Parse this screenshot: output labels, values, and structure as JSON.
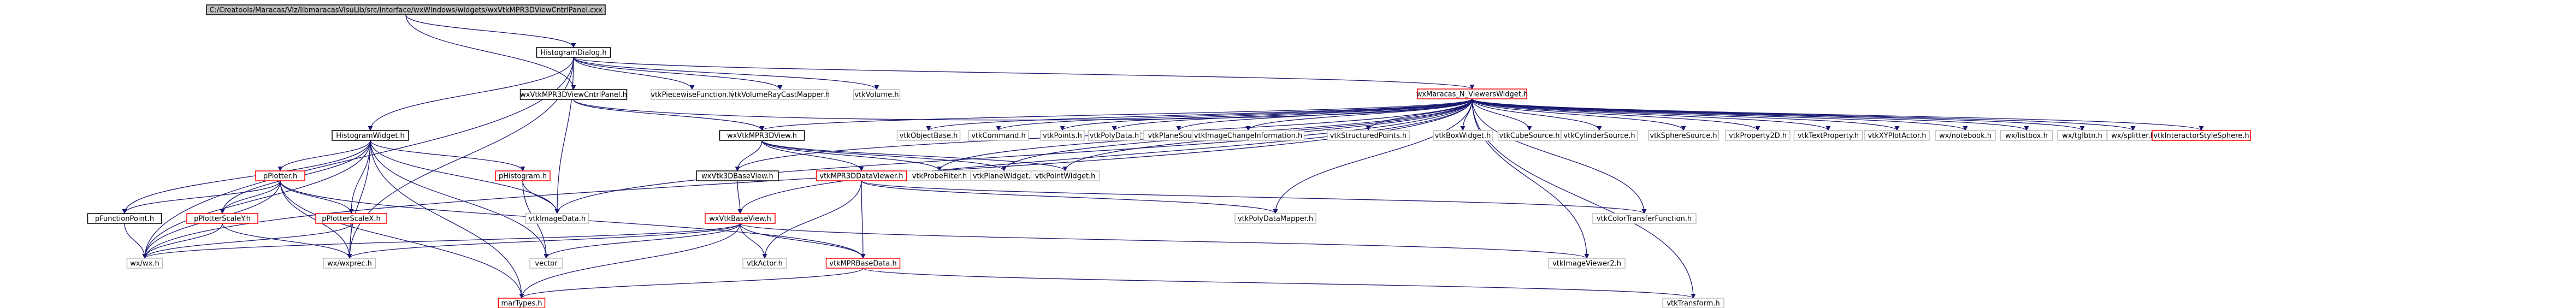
{
  "nodes": [
    {
      "id": "root",
      "label": "C:/Creatools/Maracas/Viz/libmaracasVisuLib/src/interface/wxWindows/widgets/wxVtkMPR3DViewCntrlPanel.cxx",
      "style": "root"
    },
    {
      "id": "hd",
      "label": "HistogramDialog.h",
      "style": "black"
    },
    {
      "id": "wxmpr3dcp",
      "label": "wxVtkMPR3DViewCntrlPanel.h",
      "style": "black"
    },
    {
      "id": "vtkpiece",
      "label": "vtkPiecewiseFunction.h",
      "style": "box"
    },
    {
      "id": "vtkvrm",
      "label": "vtkVolumeRayCastMapper.h",
      "style": "box"
    },
    {
      "id": "vtkvol",
      "label": "vtkVolume.h",
      "style": "box"
    },
    {
      "id": "wxmaracas",
      "label": "wxMaracas_N_ViewersWidget.h",
      "style": "red"
    },
    {
      "id": "hw",
      "label": "HistogramWidget.h",
      "style": "black"
    },
    {
      "id": "wxvtkmpr3dv",
      "label": "wxVtkMPR3DView.h",
      "style": "black"
    },
    {
      "id": "vtkobj",
      "label": "vtkObjectBase.h",
      "style": "box"
    },
    {
      "id": "vtkcmd",
      "label": "vtkCommand.h",
      "style": "box"
    },
    {
      "id": "vtkpts",
      "label": "vtkPoints.h",
      "style": "box"
    },
    {
      "id": "vtkpd",
      "label": "vtkPolyData.h",
      "style": "box"
    },
    {
      "id": "vtkplanesrc",
      "label": "vtkPlaneSource.h",
      "style": "box"
    },
    {
      "id": "vtkici",
      "label": "vtkImageChangeInformation.h",
      "style": "box"
    },
    {
      "id": "vtksp",
      "label": "vtkStructuredPoints.h",
      "style": "box"
    },
    {
      "id": "vtkboxw",
      "label": "vtkBoxWidget.h",
      "style": "box"
    },
    {
      "id": "vtkcube",
      "label": "vtkCubeSource.h",
      "style": "box"
    },
    {
      "id": "vtkcyl",
      "label": "vtkCylinderSource.h",
      "style": "box"
    },
    {
      "id": "vtksph",
      "label": "vtkSphereSource.h",
      "style": "box"
    },
    {
      "id": "vtkprop2d",
      "label": "vtkProperty2D.h",
      "style": "box"
    },
    {
      "id": "vtktextprop",
      "label": "vtkTextProperty.h",
      "style": "box"
    },
    {
      "id": "vtkxyplot",
      "label": "vtkXYPlotActor.h",
      "style": "box"
    },
    {
      "id": "wxnotebook",
      "label": "wx/notebook.h",
      "style": "box"
    },
    {
      "id": "wxlistbox",
      "label": "wx/listbox.h",
      "style": "box"
    },
    {
      "id": "wxtglbtn",
      "label": "wx/tglbtn.h",
      "style": "box"
    },
    {
      "id": "wxsplitter",
      "label": "wx/splitter.h",
      "style": "box"
    },
    {
      "id": "vtkiss",
      "label": "vtkInteractorStyleSphere.h",
      "style": "red"
    },
    {
      "id": "pplotter",
      "label": "pPlotter.h",
      "style": "red"
    },
    {
      "id": "phist",
      "label": "pHistogram.h",
      "style": "red"
    },
    {
      "id": "wxvtk3dbv",
      "label": "wxVtk3DBaseView.h",
      "style": "black"
    },
    {
      "id": "vtkpf",
      "label": "vtkProbeFilter.h",
      "style": "box"
    },
    {
      "id": "vtkplanew",
      "label": "vtkPlaneWidget.h",
      "style": "box"
    },
    {
      "id": "vtkpointw",
      "label": "vtkPointWidget.h",
      "style": "box"
    },
    {
      "id": "vtkmpr3ddv",
      "label": "vtkMPR3DDataViewer.h",
      "style": "red"
    },
    {
      "id": "pfp",
      "label": "pFunctionPoint.h",
      "style": "black"
    },
    {
      "id": "pps_y",
      "label": "pPlotterScaleY.h",
      "style": "red"
    },
    {
      "id": "pps_x",
      "label": "pPlotterScaleX.h",
      "style": "red"
    },
    {
      "id": "vtkimgdata",
      "label": "vtkImageData.h",
      "style": "box"
    },
    {
      "id": "wxvtkbv",
      "label": "wxVtkBaseView.h",
      "style": "red"
    },
    {
      "id": "vtkpdm",
      "label": "vtkPolyDataMapper.h",
      "style": "box"
    },
    {
      "id": "vtkctf",
      "label": "vtkColorTransferFunction.h",
      "style": "box"
    },
    {
      "id": "wxwx",
      "label": "wx/wx.h",
      "style": "box"
    },
    {
      "id": "wxwxprec",
      "label": "wx/wxprec.h",
      "style": "box"
    },
    {
      "id": "vector",
      "label": "vector",
      "style": "box"
    },
    {
      "id": "vtkactor",
      "label": "vtkActor.h",
      "style": "box"
    },
    {
      "id": "vtkmprbd",
      "label": "vtkMPRBaseData.h",
      "style": "red"
    },
    {
      "id": "vtkiv2",
      "label": "vtkImageViewer2.h",
      "style": "box"
    },
    {
      "id": "marty",
      "label": "marTypes.h",
      "style": "red"
    },
    {
      "id": "vtktransform",
      "label": "vtkTransform.h",
      "style": "box"
    }
  ],
  "edges": [
    [
      "root",
      "hd"
    ],
    [
      "root",
      "wxmpr3dcp"
    ],
    [
      "hd",
      "vtkpiece"
    ],
    [
      "hd",
      "vtkvrm"
    ],
    [
      "hd",
      "vtkvol"
    ],
    [
      "hd",
      "wxmaracas"
    ],
    [
      "hd",
      "hw"
    ],
    [
      "hd",
      "wxwx"
    ],
    [
      "hd",
      "wxwxprec"
    ],
    [
      "hd",
      "vtkimgdata"
    ],
    [
      "wxmpr3dcp",
      "wxvtkmpr3dv"
    ],
    [
      "wxmpr3dcp",
      "wxmaracas"
    ],
    [
      "wxmaracas",
      "wxvtkmpr3dv"
    ],
    [
      "wxmaracas",
      "vtkobj"
    ],
    [
      "wxmaracas",
      "vtkcmd"
    ],
    [
      "wxmaracas",
      "vtkpts"
    ],
    [
      "wxmaracas",
      "vtkpd"
    ],
    [
      "wxmaracas",
      "vtkplanesrc"
    ],
    [
      "wxmaracas",
      "vtkici"
    ],
    [
      "wxmaracas",
      "vtksp"
    ],
    [
      "wxmaracas",
      "vtkboxw"
    ],
    [
      "wxmaracas",
      "vtkcube"
    ],
    [
      "wxmaracas",
      "vtkcyl"
    ],
    [
      "wxmaracas",
      "vtksph"
    ],
    [
      "wxmaracas",
      "vtkprop2d"
    ],
    [
      "wxmaracas",
      "vtktextprop"
    ],
    [
      "wxmaracas",
      "vtkxyplot"
    ],
    [
      "wxmaracas",
      "wxnotebook"
    ],
    [
      "wxmaracas",
      "wxlistbox"
    ],
    [
      "wxmaracas",
      "wxtglbtn"
    ],
    [
      "wxmaracas",
      "wxsplitter"
    ],
    [
      "wxmaracas",
      "vtkiss"
    ],
    [
      "wxmaracas",
      "wxvtk3dbv"
    ],
    [
      "wxmaracas",
      "wxvtkbv"
    ],
    [
      "wxmaracas",
      "vtkpf"
    ],
    [
      "wxmaracas",
      "vtkplanew"
    ],
    [
      "wxmaracas",
      "vtkpointw"
    ],
    [
      "wxmaracas",
      "vtkpdm"
    ],
    [
      "wxmaracas",
      "vtkctf"
    ],
    [
      "wxmaracas",
      "vtkimgdata"
    ],
    [
      "wxmaracas",
      "wxwx"
    ],
    [
      "wxmaracas",
      "vtktransform"
    ],
    [
      "wxmaracas",
      "vtkiv2"
    ],
    [
      "wxvtkmpr3dv",
      "wxvtk3dbv"
    ],
    [
      "wxvtkmpr3dv",
      "vtkmpr3ddv"
    ],
    [
      "wxvtkmpr3dv",
      "vtkpf"
    ],
    [
      "wxvtkmpr3dv",
      "vtkplanew"
    ],
    [
      "wxvtkmpr3dv",
      "vtkpointw"
    ],
    [
      "hw",
      "pplotter"
    ],
    [
      "hw",
      "phist"
    ],
    [
      "hw",
      "pfp"
    ],
    [
      "hw",
      "pps_y"
    ],
    [
      "hw",
      "pps_x"
    ],
    [
      "hw",
      "wxwx"
    ],
    [
      "hw",
      "wxwxprec"
    ],
    [
      "hw",
      "marty"
    ],
    [
      "hw",
      "vtkimgdata"
    ],
    [
      "hw",
      "vector"
    ],
    [
      "pplotter",
      "pfp"
    ],
    [
      "pplotter",
      "pps_y"
    ],
    [
      "pplotter",
      "pps_x"
    ],
    [
      "pplotter",
      "wxwx"
    ],
    [
      "pplotter",
      "wxwxprec"
    ],
    [
      "pplotter",
      "marty"
    ],
    [
      "pplotter",
      "vtkmprbd"
    ],
    [
      "pfp",
      "wxwx"
    ],
    [
      "pps_y",
      "wxwx"
    ],
    [
      "pps_y",
      "wxwxprec"
    ],
    [
      "pps_x",
      "wxwx"
    ],
    [
      "pps_x",
      "wxwxprec"
    ],
    [
      "phist",
      "vtkimgdata"
    ],
    [
      "phist",
      "vector"
    ],
    [
      "wxvtk3dbv",
      "wxvtkbv"
    ],
    [
      "vtkmpr3ddv",
      "vtkmprbd"
    ],
    [
      "vtkmpr3ddv",
      "vtkactor"
    ],
    [
      "vtkmpr3ddv",
      "vtkpdm"
    ],
    [
      "vtkmpr3ddv",
      "vtkctf"
    ],
    [
      "wxvtkbv",
      "vtkmprbd"
    ],
    [
      "wxvtkbv",
      "vtkactor"
    ],
    [
      "wxvtkbv",
      "vtkiv2"
    ],
    [
      "wxvtkbv",
      "marty"
    ],
    [
      "wxvtkbv",
      "wxwx"
    ],
    [
      "wxvtkbv",
      "wxwxprec"
    ],
    [
      "wxvtkbv",
      "vector"
    ],
    [
      "vtkmprbd",
      "marty"
    ],
    [
      "vtkmprbd",
      "vtktransform"
    ]
  ]
}
